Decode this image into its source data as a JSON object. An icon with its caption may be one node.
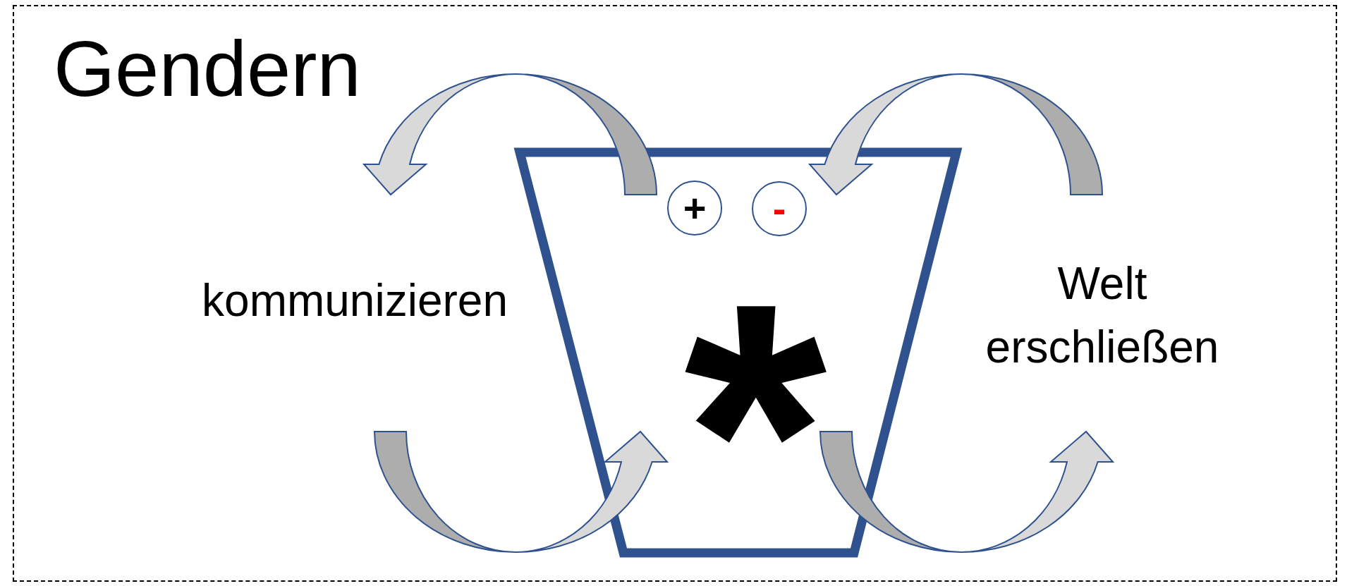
{
  "diagram": {
    "title": "Gendern",
    "nodes": [
      {
        "text": [
          "*"
        ]
      },
      {
        "text": [
          "+"
        ],
        "in": 0
      },
      {
        "text": [
          "-"
        ],
        "in": 0
      }
    ],
    "labels": [
      "kommunizieren",
      "Welt erschließen"
    ]
  }
}
